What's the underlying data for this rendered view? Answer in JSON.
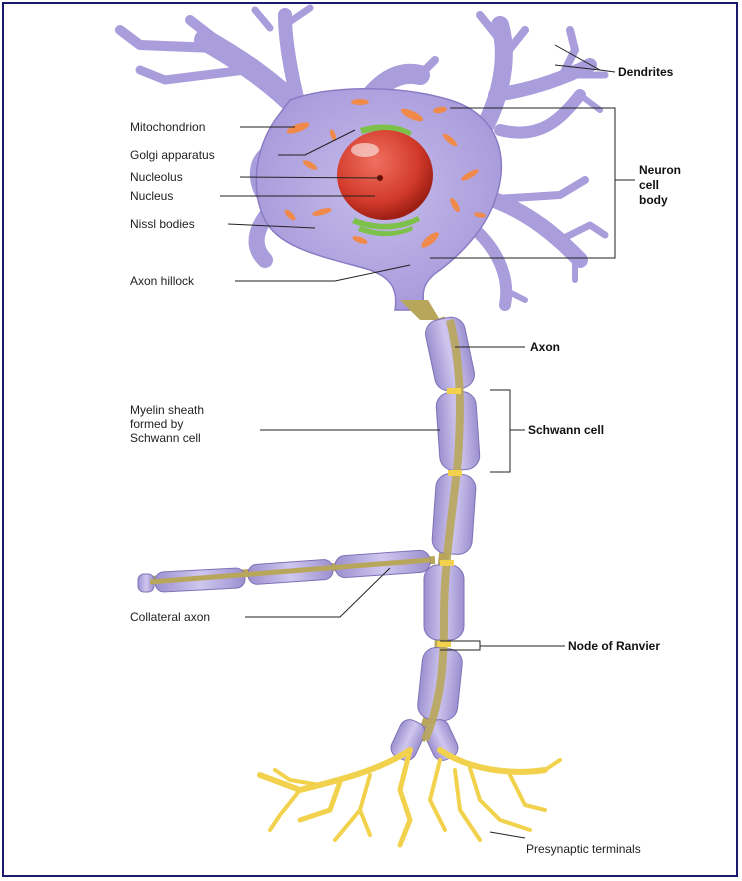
{
  "labels": {
    "dendrites": "Dendrites",
    "mitochondrion": "Mitochondrion",
    "golgi": "Golgi apparatus",
    "nucleolus": "Nucleolus",
    "nucleus": "Nucleus",
    "nissl": "Nissl bodies",
    "cell_body": [
      "Neuron",
      "cell",
      "body"
    ],
    "axon_hillock": "Axon hillock",
    "axon": "Axon",
    "myelin": [
      "Myelin sheath",
      "formed by",
      "Schwann cell"
    ],
    "schwann": "Schwann cell",
    "collateral": "Collateral axon",
    "node": "Node of Ranvier",
    "terminals": "Presynaptic terminals"
  },
  "colors": {
    "border": "#1a1a6e",
    "cell": "#b3a6df",
    "cell_edge": "#8a7cc4",
    "nucleus": "#d23a2a",
    "golgi": "#7dc04a",
    "mitochondria": "#f08a4b",
    "axon_core": "#b8a65a",
    "sheath": "#b9aee0",
    "terminals": "#f2d24c"
  }
}
